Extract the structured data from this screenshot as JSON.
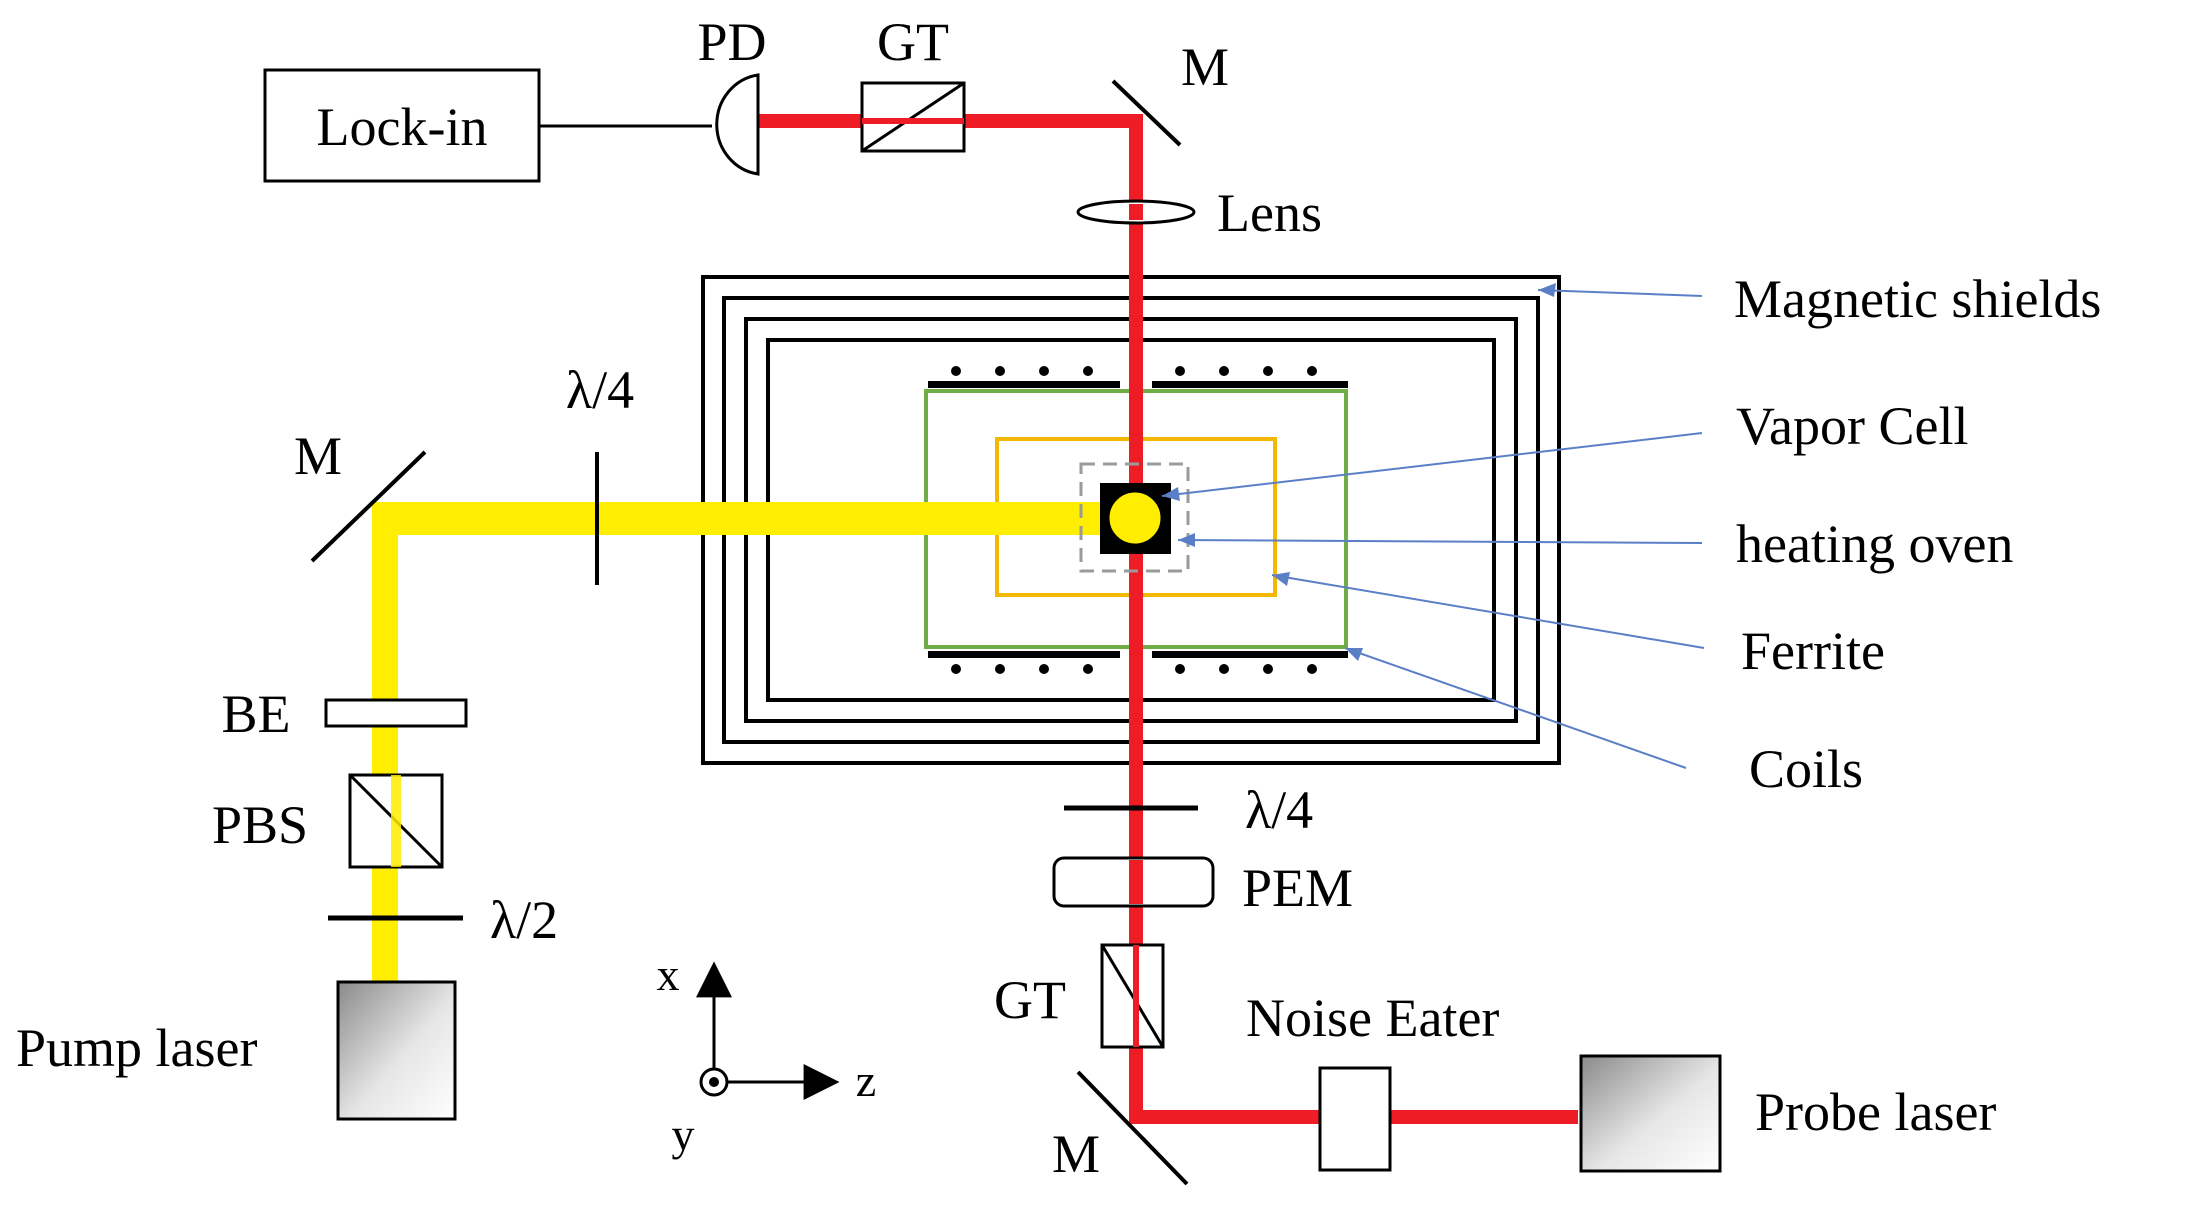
{
  "colors": {
    "probe_beam": "#ee1c24",
    "pump_beam": "#ffee00",
    "ferrite": "#70ad47",
    "oven": "#f5b800",
    "shield": "#000000",
    "pointer": "#5b7fc7",
    "cell_box": "#9a9a9a"
  },
  "labels": {
    "lockin": "Lock-in",
    "pd": "PD",
    "gt_top": "GT",
    "m_top": "M",
    "lens": "Lens",
    "magnetic_shields": "Magnetic shields",
    "vapor_cell": "Vapor Cell",
    "heating_oven": "heating oven",
    "ferrite": "Ferrite",
    "coils": "Coils",
    "qwp_pump": "λ/4",
    "m_left": "M",
    "be": "BE",
    "pbs": "PBS",
    "hwp": "λ/2",
    "pump_laser": "Pump laser",
    "qwp_probe": "λ/4",
    "pem": "PEM",
    "gt_bottom": "GT",
    "noise_eater": "Noise Eater",
    "probe_laser": "Probe laser",
    "m_bottom": "M"
  },
  "axes": {
    "x": "x",
    "y": "y",
    "z": "z"
  },
  "icons": [
    "photodiode-icon",
    "glan-taylor-prism-icon",
    "mirror-icon",
    "lens-icon",
    "polarizing-beam-splitter-icon",
    "waveplate-icon",
    "laser-source-icon",
    "coordinate-axes-icon"
  ]
}
